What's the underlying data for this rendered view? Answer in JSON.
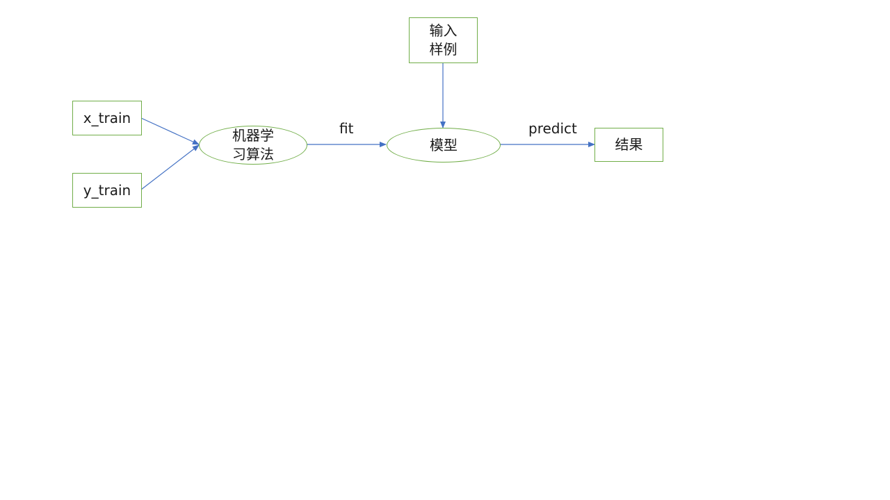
{
  "diagram": {
    "nodes": {
      "x_train": "x_train",
      "y_train": "y_train",
      "algorithm": "机器学\n习算法",
      "model": "模型",
      "input": "输入\n样例",
      "result": "结果"
    },
    "edges": {
      "fit": "fit",
      "predict": "predict"
    }
  },
  "colors": {
    "node_border": "#70ad47",
    "arrow": "#4472c4"
  }
}
